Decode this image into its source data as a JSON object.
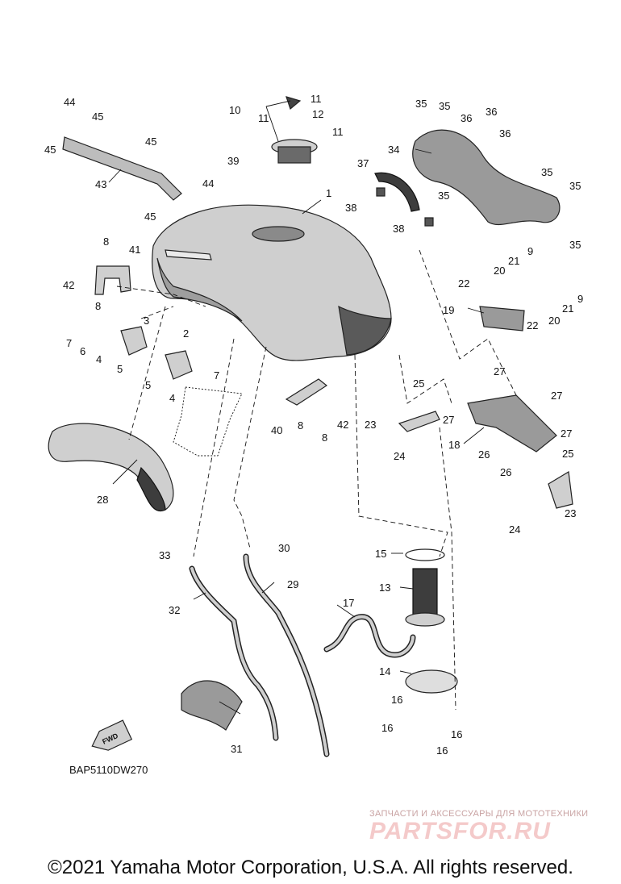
{
  "diagram": {
    "reference_code": "BAP5110DW270",
    "fwd_label": "FWD",
    "copyright": "©2021 Yamaha Motor Corporation, U.S.A. All rights reserved.",
    "callouts": [
      {
        "id": "c1",
        "label": "1"
      },
      {
        "id": "c2",
        "label": "2"
      },
      {
        "id": "c3",
        "label": "3"
      },
      {
        "id": "c4a",
        "label": "4"
      },
      {
        "id": "c4b",
        "label": "4"
      },
      {
        "id": "c5a",
        "label": "5"
      },
      {
        "id": "c5b",
        "label": "5"
      },
      {
        "id": "c6",
        "label": "6"
      },
      {
        "id": "c7a",
        "label": "7"
      },
      {
        "id": "c7b",
        "label": "7"
      },
      {
        "id": "c8a",
        "label": "8"
      },
      {
        "id": "c8b",
        "label": "8"
      },
      {
        "id": "c8c",
        "label": "8"
      },
      {
        "id": "c8d",
        "label": "8"
      },
      {
        "id": "c9a",
        "label": "9"
      },
      {
        "id": "c9b",
        "label": "9"
      },
      {
        "id": "c10",
        "label": "10"
      },
      {
        "id": "c11a",
        "label": "11"
      },
      {
        "id": "c11b",
        "label": "11"
      },
      {
        "id": "c11c",
        "label": "11"
      },
      {
        "id": "c12",
        "label": "12"
      },
      {
        "id": "c13",
        "label": "13"
      },
      {
        "id": "c14",
        "label": "14"
      },
      {
        "id": "c15",
        "label": "15"
      },
      {
        "id": "c16a",
        "label": "16"
      },
      {
        "id": "c16b",
        "label": "16"
      },
      {
        "id": "c16c",
        "label": "16"
      },
      {
        "id": "c16d",
        "label": "16"
      },
      {
        "id": "c17",
        "label": "17"
      },
      {
        "id": "c18",
        "label": "18"
      },
      {
        "id": "c19",
        "label": "19"
      },
      {
        "id": "c20a",
        "label": "20"
      },
      {
        "id": "c20b",
        "label": "20"
      },
      {
        "id": "c21a",
        "label": "21"
      },
      {
        "id": "c21b",
        "label": "21"
      },
      {
        "id": "c22a",
        "label": "22"
      },
      {
        "id": "c22b",
        "label": "22"
      },
      {
        "id": "c23a",
        "label": "23"
      },
      {
        "id": "c23b",
        "label": "23"
      },
      {
        "id": "c24a",
        "label": "24"
      },
      {
        "id": "c24b",
        "label": "24"
      },
      {
        "id": "c25a",
        "label": "25"
      },
      {
        "id": "c25b",
        "label": "25"
      },
      {
        "id": "c26a",
        "label": "26"
      },
      {
        "id": "c26b",
        "label": "26"
      },
      {
        "id": "c27a",
        "label": "27"
      },
      {
        "id": "c27b",
        "label": "27"
      },
      {
        "id": "c27c",
        "label": "27"
      },
      {
        "id": "c27d",
        "label": "27"
      },
      {
        "id": "c28",
        "label": "28"
      },
      {
        "id": "c29",
        "label": "29"
      },
      {
        "id": "c30",
        "label": "30"
      },
      {
        "id": "c31",
        "label": "31"
      },
      {
        "id": "c32",
        "label": "32"
      },
      {
        "id": "c33",
        "label": "33"
      },
      {
        "id": "c34",
        "label": "34"
      },
      {
        "id": "c35a",
        "label": "35"
      },
      {
        "id": "c35b",
        "label": "35"
      },
      {
        "id": "c35c",
        "label": "35"
      },
      {
        "id": "c35d",
        "label": "35"
      },
      {
        "id": "c35e",
        "label": "35"
      },
      {
        "id": "c35f",
        "label": "35"
      },
      {
        "id": "c36a",
        "label": "36"
      },
      {
        "id": "c36b",
        "label": "36"
      },
      {
        "id": "c36c",
        "label": "36"
      },
      {
        "id": "c37",
        "label": "37"
      },
      {
        "id": "c38a",
        "label": "38"
      },
      {
        "id": "c38b",
        "label": "38"
      },
      {
        "id": "c39",
        "label": "39"
      },
      {
        "id": "c40",
        "label": "40"
      },
      {
        "id": "c41",
        "label": "41"
      },
      {
        "id": "c42a",
        "label": "42"
      },
      {
        "id": "c42b",
        "label": "42"
      },
      {
        "id": "c43",
        "label": "43"
      },
      {
        "id": "c44a",
        "label": "44"
      },
      {
        "id": "c44b",
        "label": "44"
      },
      {
        "id": "c45a",
        "label": "45"
      },
      {
        "id": "c45b",
        "label": "45"
      },
      {
        "id": "c45c",
        "label": "45"
      },
      {
        "id": "c45d",
        "label": "45"
      }
    ]
  },
  "watermark": {
    "tagline": "ЗАПЧАСТИ И АКСЕССУАРЫ ДЛЯ МОТОТЕХНИКИ",
    "brand": "PARTSFOR.RU"
  },
  "colors": {
    "part_fill": "#cfcfcf",
    "part_dark": "#3d3d3d",
    "line": "#111111",
    "watermark": "#f4caca"
  }
}
